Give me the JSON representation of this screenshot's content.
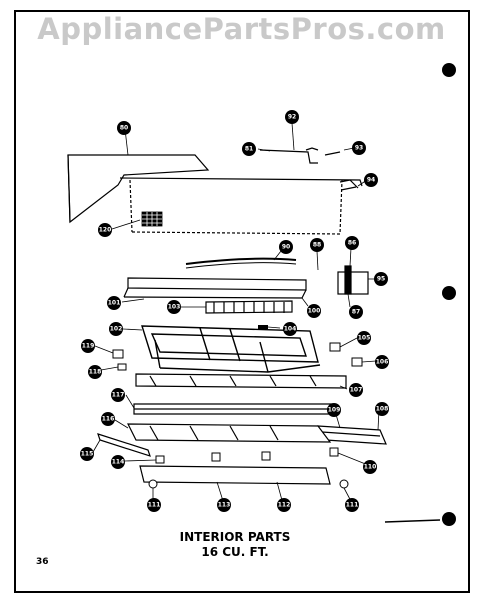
{
  "watermark": "AppliancePartsPros.com",
  "caption": {
    "line1": "INTERIOR PARTS",
    "line2": "16 CU. FT."
  },
  "page_number": "36",
  "callouts": [
    "80",
    "81",
    "92",
    "93",
    "94",
    "120",
    "90",
    "88",
    "86",
    "95",
    "101",
    "100",
    "103",
    "104",
    "87",
    "102",
    "119",
    "105",
    "118",
    "106",
    "107",
    "117",
    "109",
    "108",
    "116",
    "115",
    "114",
    "110",
    "111",
    "113",
    "112",
    "111"
  ]
}
